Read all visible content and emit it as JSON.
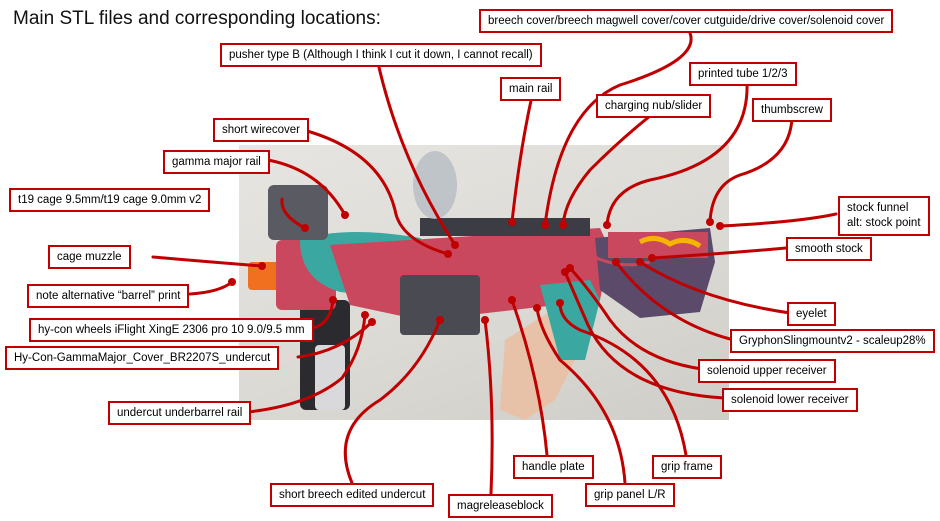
{
  "title": "Main STL files and corresponding locations:",
  "photo_colors": {
    "background": "#dedcd7",
    "body_pink": "#c9485d",
    "teal": "#3aa7a0",
    "dark_gray": "#4a4a52",
    "orange_muzzle": "#f07020",
    "purple_stock": "#5b4a6a"
  },
  "leader_color": "#c00000",
  "labels": {
    "breech_cover": "breech cover/breech magwell cover/cover cutguide/drive cover/solenoid cover",
    "pusher": "pusher type B (Although I think I cut it down, I cannot recall)",
    "main_rail": "main rail",
    "printed_tube": "printed tube 1/2/3",
    "charging_nub": "charging nub/slider",
    "thumbscrew": "thumbscrew",
    "short_wirecover": "short wirecover",
    "gamma_major_rail": "gamma major rail",
    "t19_cage": "t19 cage 9.5mm/t19 cage 9.0mm v2",
    "stock_funnel_line1": "stock funnel",
    "stock_funnel_line2": "alt: stock point",
    "cage_muzzle": "cage muzzle",
    "smooth_stock": "smooth stock",
    "note_barrel": "note alternative “barrel” print",
    "eyelet": "eyelet",
    "hycon_wheels": "hy-con wheels iFlight XingE 2306 pro 10 9.0/9.5 mm",
    "gryphon_sling": "GryphonSlingmountv2 - scaleup28%",
    "hycon_cover": "Hy-Con-GammaMajor_Cover_BR2207S_undercut",
    "solenoid_upper": "solenoid upper receiver",
    "undercut_rail": "undercut underbarrel rail",
    "solenoid_lower": "solenoid lower receiver",
    "handle_plate": "handle plate",
    "grip_frame": "grip frame",
    "short_breech": "short breech edited undercut",
    "grip_panel": "grip panel L/R",
    "magrelease": "magreleaseblock"
  }
}
